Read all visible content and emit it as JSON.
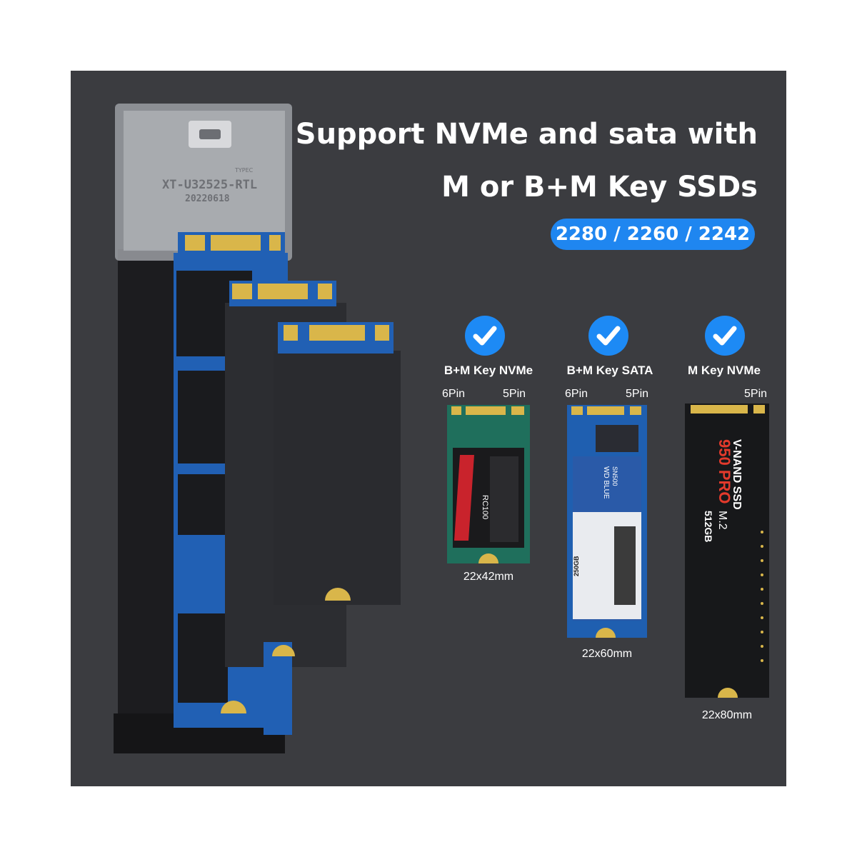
{
  "headline": {
    "line1": "Support NVMe and sata with",
    "line2": "M or B+M Key SSDs"
  },
  "sizes_pill": "2280 / 2260 / 2242",
  "enclosure": {
    "model": "XT-U32525-RTL",
    "date": "20220618",
    "port_label": "TYPEC"
  },
  "cards": [
    {
      "title": "B+M Key NVMe",
      "pin_left": "6Pin",
      "pin_right": "5Pin",
      "size": "22x42mm",
      "label": "RC100"
    },
    {
      "title": "B+M Key SATA",
      "pin_left": "6Pin",
      "pin_right": "5Pin",
      "size": "22x60mm",
      "label_brand": "WD BLUE",
      "label_model": "SN500",
      "label_cap": "250GB"
    },
    {
      "title": "M Key NVMe",
      "pin_right": "5Pin",
      "size": "22x80mm",
      "label_line1": "V-NAND SSD",
      "label_line2": "950 PRO",
      "label_line3": "M.2",
      "label_cap": "512GB"
    }
  ],
  "colors": {
    "panel": "#3b3c40",
    "accent_blue": "#1f86f0",
    "pcb_blue": "#1f5fb0",
    "gold": "#d9b64a"
  }
}
